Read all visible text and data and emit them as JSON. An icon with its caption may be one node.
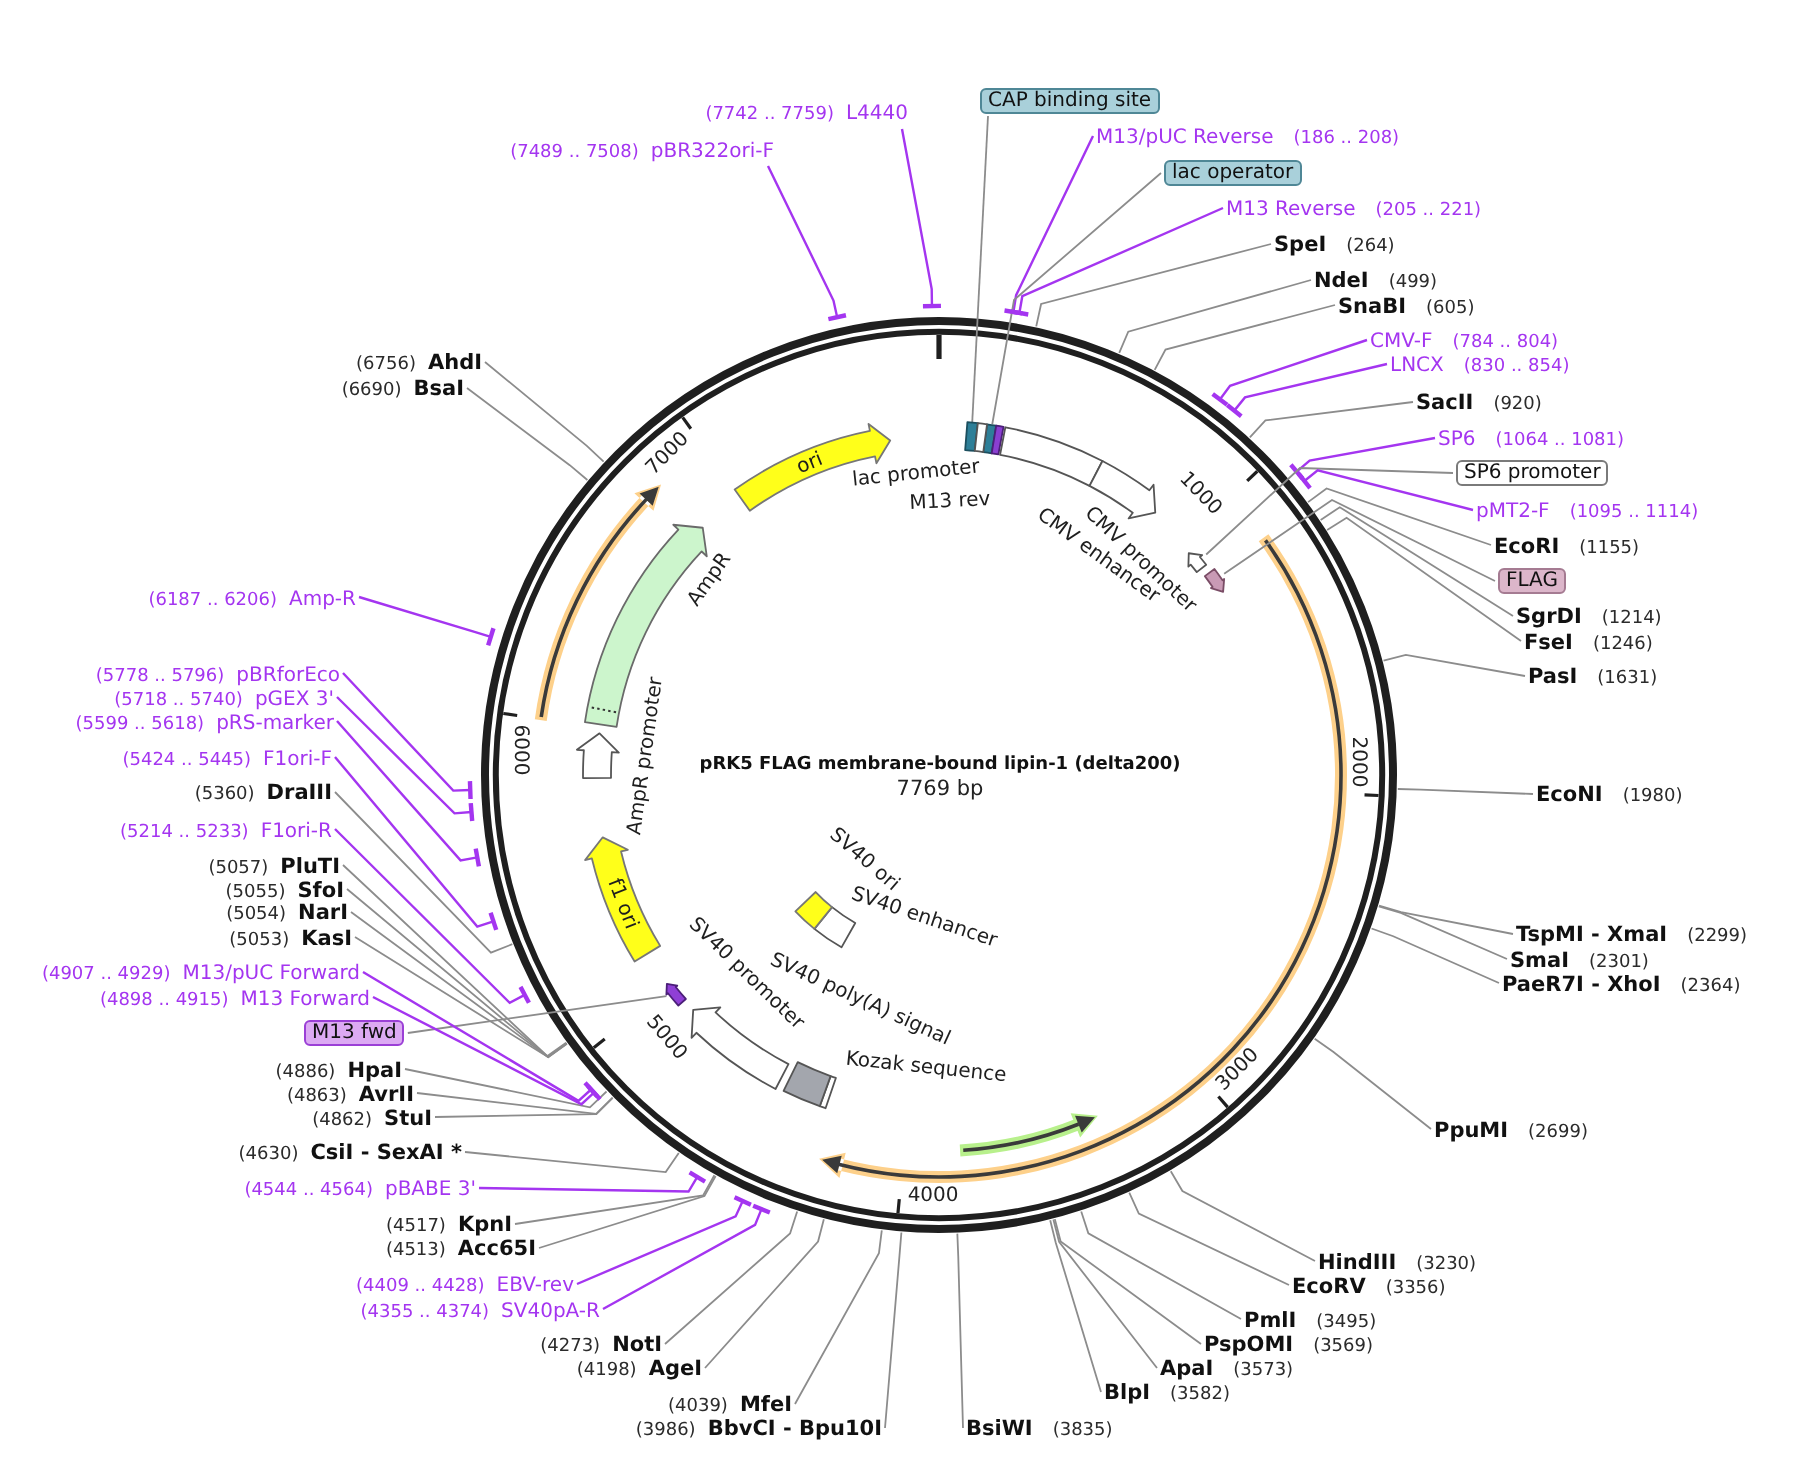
{
  "diagram": {
    "title": "pRK5 FLAG membrane-bound lipin-1 (delta200)",
    "nodes": [
      {
        "text": [
          "(7489 .. 7508)",
          "pBR322ori-F"
        ]
      },
      {
        "text": [
          "(7742 .. 7759)",
          "L4440"
        ]
      },
      {
        "text": [
          "CAP binding site"
        ]
      },
      {
        "text": [
          "M13/pUC Reverse",
          "(186 .. 208)"
        ]
      },
      {
        "text": [
          "lac operator"
        ]
      },
      {
        "text": [
          "M13 Reverse",
          "(205 .. 221)"
        ]
      },
      {
        "text": [
          "SpeI",
          "(264)"
        ]
      },
      {
        "text": [
          "NdeI",
          "(499)"
        ]
      },
      {
        "text": [
          "SnaBI",
          "(605)"
        ]
      },
      {
        "text": [
          "CMV-F",
          "(784 .. 804)"
        ]
      },
      {
        "text": [
          "LNCX",
          "(830 .. 854)"
        ]
      },
      {
        "text": [
          "SacII",
          "(920)"
        ]
      },
      {
        "text": [
          "SP6",
          "(1064 .. 1081)"
        ]
      },
      {
        "text": [
          "SP6 promoter"
        ]
      },
      {
        "text": [
          "pMT2-F",
          "(1095 .. 1114)"
        ]
      },
      {
        "text": [
          "EcoRI",
          "(1155)"
        ]
      },
      {
        "text": [
          "FLAG"
        ]
      },
      {
        "text": [
          "SgrDI",
          "(1214)"
        ]
      },
      {
        "text": [
          "FseI",
          "(1246)"
        ]
      },
      {
        "text": [
          "PasI",
          "(1631)"
        ]
      },
      {
        "text": [
          "EcoNI",
          "(1980)"
        ]
      },
      {
        "text": [
          "TspMI - XmaI",
          "(2299)"
        ]
      },
      {
        "text": [
          "SmaI",
          "(2301)"
        ]
      },
      {
        "text": [
          "PaeR7I - XhoI",
          "(2364)"
        ]
      },
      {
        "text": [
          "PpuMI",
          "(2699)"
        ]
      },
      {
        "text": [
          "HindIII",
          "(3230)"
        ]
      },
      {
        "text": [
          "EcoRV",
          "(3356)"
        ]
      },
      {
        "text": [
          "PmlI",
          "(3495)"
        ]
      },
      {
        "text": [
          "PspOMI",
          "(3569)"
        ]
      },
      {
        "text": [
          "ApaI",
          "(3573)"
        ]
      },
      {
        "text": [
          "BlpI",
          "(3582)"
        ]
      },
      {
        "text": [
          "BsiWI",
          "(3835)"
        ]
      },
      {
        "text": [
          "(3986)",
          "BbvCI - Bpu10I"
        ]
      },
      {
        "text": [
          "(4039)",
          "MfeI"
        ]
      },
      {
        "text": [
          "(4198)",
          "AgeI"
        ]
      },
      {
        "text": [
          "(4273)",
          "NotI"
        ]
      },
      {
        "text": [
          "(4355 .. 4374)",
          "SV40pA-R"
        ]
      },
      {
        "text": [
          "(4409 .. 4428)",
          "EBV-rev"
        ]
      },
      {
        "text": [
          "(4513)",
          "Acc65I"
        ]
      },
      {
        "text": [
          "(4517)",
          "KpnI"
        ]
      },
      {
        "text": [
          "(4544 .. 4564)",
          "pBABE 3'"
        ]
      },
      {
        "text": [
          "(4630)",
          "CsiI - SexAI *"
        ]
      },
      {
        "text": [
          "(4862)",
          "StuI"
        ]
      },
      {
        "text": [
          "(4863)",
          "AvrII"
        ]
      },
      {
        "text": [
          "(4886)",
          "HpaI"
        ]
      },
      {
        "text": [
          "M13 fwd"
        ]
      },
      {
        "text": [
          "(4898 .. 4915)",
          "M13 Forward"
        ]
      },
      {
        "text": [
          "(4907 .. 4929)",
          "M13/pUC Forward"
        ]
      },
      {
        "text": [
          "(5053)",
          "KasI"
        ]
      },
      {
        "text": [
          "(5054)",
          "NarI"
        ]
      },
      {
        "text": [
          "(5055)",
          "SfoI"
        ]
      },
      {
        "text": [
          "(5057)",
          "PluTI"
        ]
      },
      {
        "text": [
          "(5214 .. 5233)",
          "F1ori-R"
        ]
      },
      {
        "text": [
          "(5360)",
          "DraIII"
        ]
      },
      {
        "text": [
          "(5424 .. 5445)",
          "F1ori-F"
        ]
      },
      {
        "text": [
          "(5599 .. 5618)",
          "pRS-marker"
        ]
      },
      {
        "text": [
          "(5718 .. 5740)",
          "pGEX 3'"
        ]
      },
      {
        "text": [
          "(5778 .. 5796)",
          "pBRforEco"
        ]
      },
      {
        "text": [
          "(6187 .. 6206)",
          "Amp-R"
        ]
      },
      {
        "text": [
          "(6690)",
          "BsaI"
        ]
      },
      {
        "text": [
          "(6756)",
          "AhdI"
        ]
      },
      {
        "text": [
          "lac promoter"
        ]
      },
      {
        "text": [
          "M13 rev"
        ]
      },
      {
        "text": [
          "CMV enhancer"
        ]
      },
      {
        "text": [
          "CMV promoter"
        ]
      },
      {
        "text": [
          "Kozak sequence"
        ]
      },
      {
        "text": [
          "SV40 poly(A) signal"
        ]
      },
      {
        "text": [
          "SV40 promoter"
        ]
      },
      {
        "text": [
          "SV40 enhancer"
        ]
      },
      {
        "text": [
          "SV40 ori"
        ]
      },
      {
        "text": [
          "f1 ori"
        ]
      },
      {
        "text": [
          "AmpR promoter"
        ]
      },
      {
        "text": [
          "AmpR"
        ]
      },
      {
        "text": [
          "ori"
        ]
      },
      {
        "text": [],
        "shape": "box"
      },
      {
        "text": [],
        "shape": "box"
      },
      {
        "text": [],
        "shape": "arrow"
      },
      {
        "text": [],
        "shape": "arrow"
      },
      {
        "text": [],
        "shape": "arrow"
      }
    ],
    "edges": [
      {
        "from": 0,
        "to": null,
        "arrow": "other",
        "color": "#a435f0"
      },
      {
        "from": 1,
        "to": null,
        "arrow": "other",
        "color": "#a435f0"
      },
      {
        "from": 2,
        "to": 74,
        "arrow": "none"
      },
      {
        "from": 3,
        "to": null,
        "arrow": "other",
        "color": "#a435f0"
      },
      {
        "from": 4,
        "to": 75,
        "arrow": "none"
      },
      {
        "from": 5,
        "to": null,
        "arrow": "other",
        "color": "#a435f0"
      },
      {
        "from": 6,
        "to": null,
        "arrow": "none"
      },
      {
        "from": 7,
        "to": null,
        "arrow": "none"
      },
      {
        "from": 8,
        "to": null,
        "arrow": "none"
      },
      {
        "from": 9,
        "to": null,
        "arrow": "other",
        "color": "#a435f0"
      },
      {
        "from": 10,
        "to": null,
        "arrow": "other",
        "color": "#a435f0"
      },
      {
        "from": 11,
        "to": null,
        "arrow": "none"
      },
      {
        "from": 12,
        "to": null,
        "arrow": "other",
        "color": "#a435f0"
      },
      {
        "from": 13,
        "to": 76,
        "arrow": "none"
      },
      {
        "from": 14,
        "to": null,
        "arrow": "other",
        "color": "#a435f0"
      },
      {
        "from": 15,
        "to": null,
        "arrow": "none"
      },
      {
        "from": 16,
        "to": 77,
        "arrow": "none"
      },
      {
        "from": 17,
        "to": null,
        "arrow": "none"
      },
      {
        "from": 18,
        "to": null,
        "arrow": "none"
      },
      {
        "from": 19,
        "to": null,
        "arrow": "none"
      },
      {
        "from": 20,
        "to": null,
        "arrow": "none"
      },
      {
        "from": 21,
        "to": null,
        "arrow": "none"
      },
      {
        "from": 22,
        "to": null,
        "arrow": "none"
      },
      {
        "from": 23,
        "to": null,
        "arrow": "none"
      },
      {
        "from": 24,
        "to": null,
        "arrow": "none"
      },
      {
        "from": 25,
        "to": null,
        "arrow": "none"
      },
      {
        "from": 26,
        "to": null,
        "arrow": "none"
      },
      {
        "from": 27,
        "to": null,
        "arrow": "none"
      },
      {
        "from": 28,
        "to": null,
        "arrow": "none"
      },
      {
        "from": 29,
        "to": null,
        "arrow": "none"
      },
      {
        "from": 30,
        "to": null,
        "arrow": "none"
      },
      {
        "from": 31,
        "to": null,
        "arrow": "none"
      },
      {
        "from": 32,
        "to": null,
        "arrow": "none"
      },
      {
        "from": 33,
        "to": null,
        "arrow": "none"
      },
      {
        "from": 34,
        "to": null,
        "arrow": "none"
      },
      {
        "from": 35,
        "to": null,
        "arrow": "none"
      },
      {
        "from": 36,
        "to": null,
        "arrow": "other",
        "color": "#a435f0"
      },
      {
        "from": 37,
        "to": null,
        "arrow": "other",
        "color": "#a435f0"
      },
      {
        "from": 38,
        "to": null,
        "arrow": "none"
      },
      {
        "from": 39,
        "to": null,
        "arrow": "none"
      },
      {
        "from": 40,
        "to": null,
        "arrow": "other",
        "color": "#a435f0"
      },
      {
        "from": 41,
        "to": null,
        "arrow": "none"
      },
      {
        "from": 42,
        "to": null,
        "arrow": "none"
      },
      {
        "from": 43,
        "to": null,
        "arrow": "none"
      },
      {
        "from": 44,
        "to": null,
        "arrow": "none"
      },
      {
        "from": 45,
        "to": 78,
        "arrow": "none"
      },
      {
        "from": 46,
        "to": null,
        "arrow": "other",
        "color": "#a435f0"
      },
      {
        "from": 47,
        "to": null,
        "arrow": "other",
        "color": "#a435f0"
      },
      {
        "from": 48,
        "to": null,
        "arrow": "none"
      },
      {
        "from": 49,
        "to": null,
        "arrow": "none"
      },
      {
        "from": 50,
        "to": null,
        "arrow": "none"
      },
      {
        "from": 51,
        "to": null,
        "arrow": "none"
      },
      {
        "from": 52,
        "to": null,
        "arrow": "other",
        "color": "#a435f0"
      },
      {
        "from": 53,
        "to": null,
        "arrow": "none"
      },
      {
        "from": 54,
        "to": null,
        "arrow": "other",
        "color": "#a435f0"
      },
      {
        "from": 55,
        "to": null,
        "arrow": "other",
        "color": "#a435f0"
      },
      {
        "from": 56,
        "to": null,
        "arrow": "other",
        "color": "#a435f0"
      },
      {
        "from": 57,
        "to": null,
        "arrow": "other",
        "color": "#a435f0"
      },
      {
        "from": 58,
        "to": null,
        "arrow": "other",
        "color": "#a435f0"
      },
      {
        "from": 59,
        "to": null,
        "arrow": "none"
      },
      {
        "from": 60,
        "to": null,
        "arrow": "none"
      }
    ],
    "labels": [
      "1000",
      "2000",
      "3000",
      "4000",
      "5000",
      "6000",
      "7000",
      "7769 bp"
    ]
  }
}
